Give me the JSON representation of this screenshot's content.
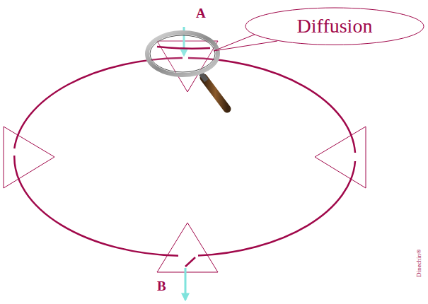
{
  "diagram": {
    "nodes": [
      {
        "text": [
          "Diffusion"
        ]
      }
    ],
    "labels": [
      "A",
      "B",
      "Dinechin®"
    ]
  }
}
